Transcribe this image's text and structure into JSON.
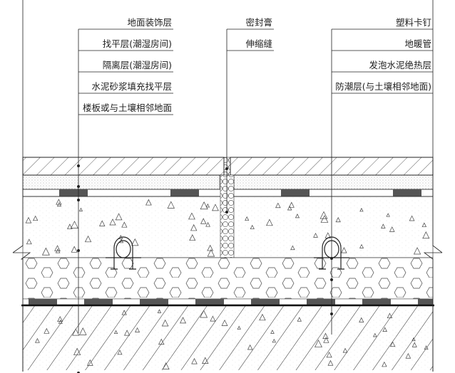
{
  "left_labels": [
    "地面装饰层",
    "找平层(潮湿房间)",
    "隔离层(潮湿房间)",
    "水泥砂浆填充找平层",
    "楼板或与土壤相邻地面"
  ],
  "middle_labels": [
    "密封膏",
    "伸缩缝"
  ],
  "right_labels": [
    "塑料卡钉",
    "地暖管",
    "发泡水泥绝热层",
    "防潮层(与土壤相邻地面)"
  ],
  "colors": {
    "line": "#222222",
    "block": "#555555",
    "background": "#ffffff"
  }
}
